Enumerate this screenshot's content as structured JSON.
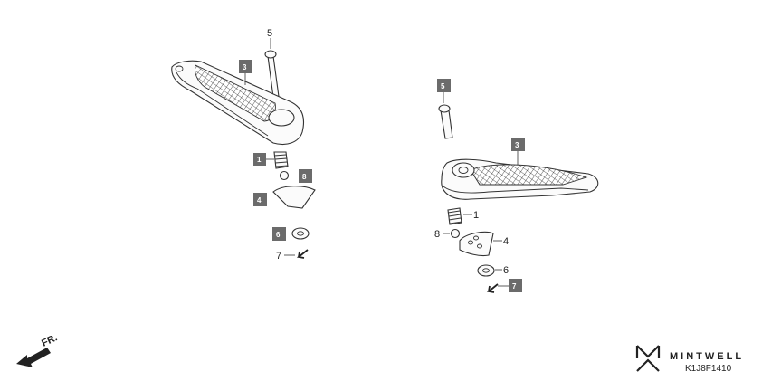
{
  "callouts_left": {
    "c5": "5",
    "c3": "3",
    "c1": "1",
    "c8": "8",
    "c4": "4",
    "c6": "6",
    "c7": "7"
  },
  "callouts_right": {
    "c5": "5",
    "c3": "3",
    "c1": "1",
    "c8": "8",
    "c4": "4",
    "c6": "6",
    "c7": "7"
  },
  "direction_label": "FR.",
  "brand": {
    "name": "MINTWELL",
    "code": "K1J8F1410"
  },
  "colors": {
    "callout_box": "#6b6b6b",
    "line": "#333333"
  }
}
